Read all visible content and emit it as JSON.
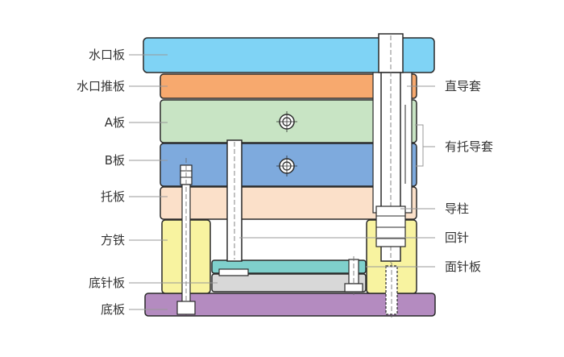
{
  "labels_left": [
    {
      "key": "sprue_plate",
      "text": "水口板"
    },
    {
      "key": "stripper_plate",
      "text": "水口推板"
    },
    {
      "key": "a_plate",
      "text": "A板"
    },
    {
      "key": "b_plate",
      "text": "B板"
    },
    {
      "key": "support_plate",
      "text": "托板"
    },
    {
      "key": "spacer_block",
      "text": "方铁"
    },
    {
      "key": "ejector_retainer",
      "text": "底针板"
    },
    {
      "key": "clamp_plate",
      "text": "底板"
    }
  ],
  "labels_right": [
    {
      "key": "guide_bush",
      "text": "直导套"
    },
    {
      "key": "shoulder_bush",
      "text": "有托导套"
    },
    {
      "key": "guide_pin",
      "text": "导柱"
    },
    {
      "key": "return_pin",
      "text": "回针"
    },
    {
      "key": "ejector_plate",
      "text": "面针板"
    }
  ],
  "colors": {
    "sprue_plate": "#7fd3f5",
    "stripper_plate": "#f7a96e",
    "a_plate": "#c8e4c4",
    "b_plate": "#7eaadd",
    "support_plate": "#fbe0c9",
    "spacer_block": "#f8f3a0",
    "ejector_plate": "#7fd0cc",
    "ejector_retainer": "#d8d8d8",
    "clamp_plate": "#b48bc0",
    "outline": "#2a2a2a",
    "leader": "#999999"
  }
}
